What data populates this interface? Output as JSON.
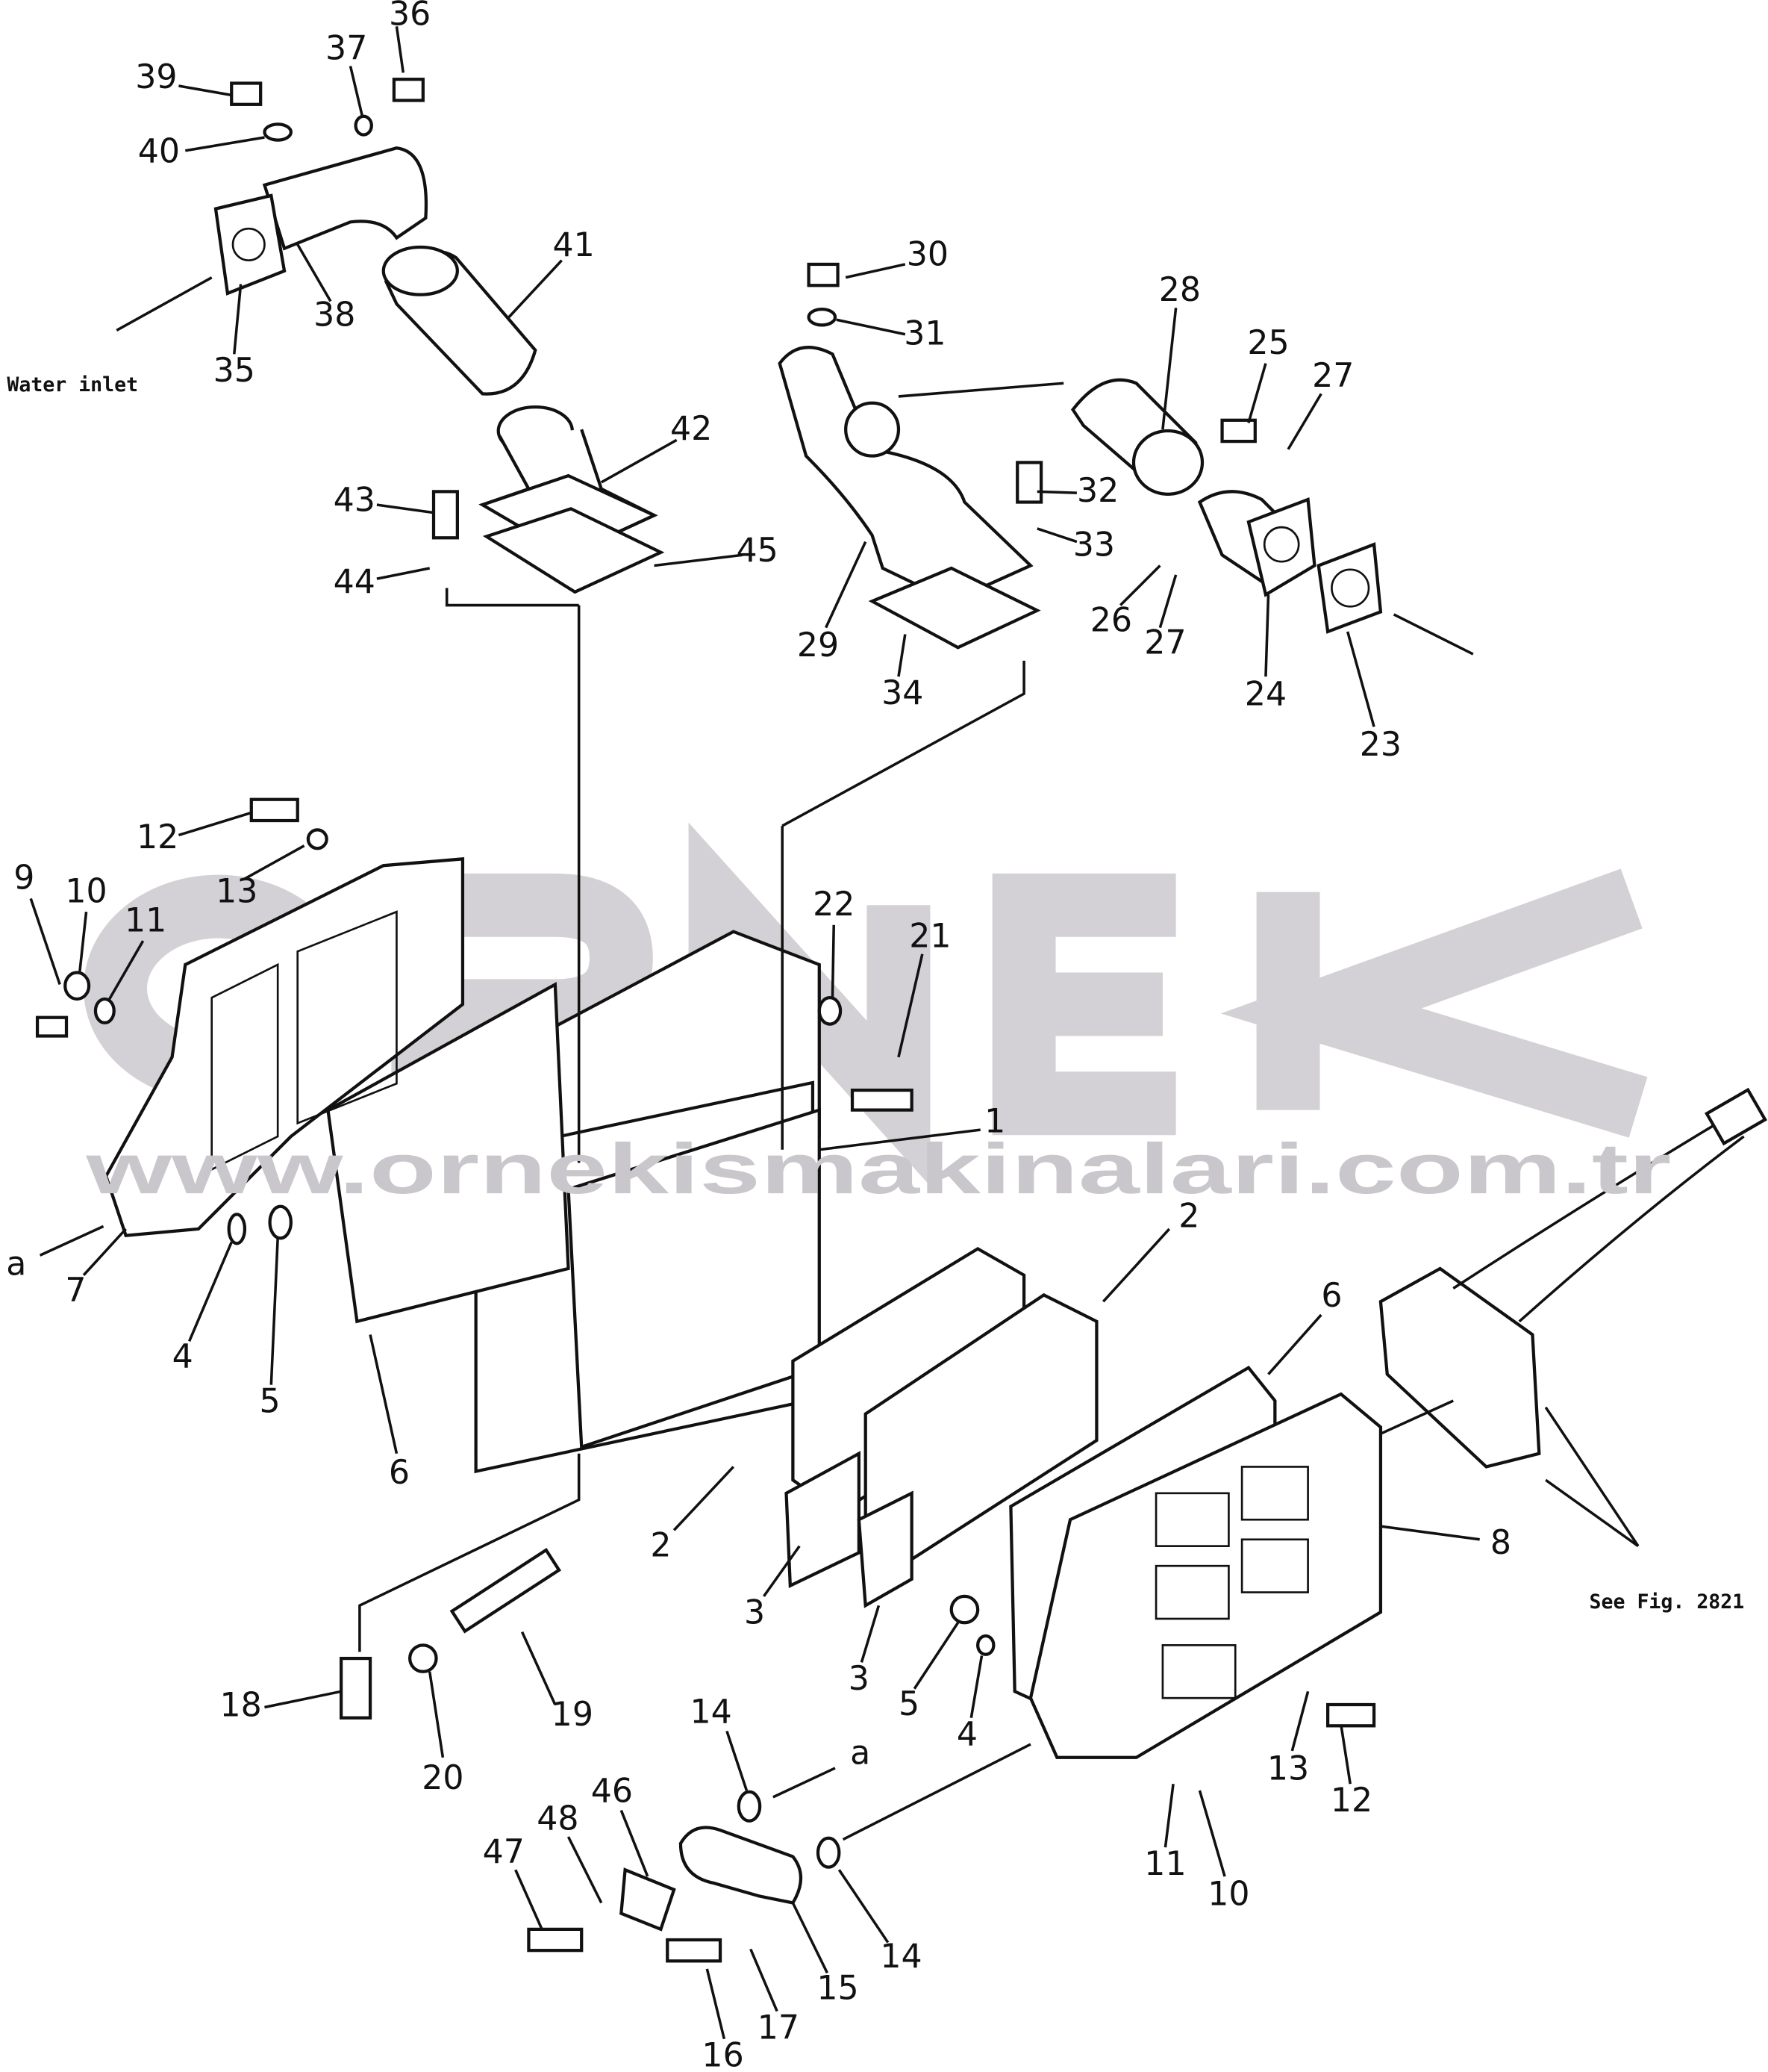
{
  "watermark": {
    "logo": "ORNEK",
    "url": "www.ornekismakinalari.com.tr"
  },
  "annotations": {
    "water_inlet": "Water  inlet",
    "see_fig": "See  Fig.  2821",
    "view_a": "a"
  },
  "labels": [
    "36",
    "37",
    "39",
    "40",
    "41",
    "38",
    "35",
    "30",
    "31",
    "28",
    "25",
    "27",
    "42",
    "43",
    "32",
    "44",
    "45",
    "33",
    "26",
    "27",
    "29",
    "34",
    "24",
    "23",
    "12",
    "13",
    "9",
    "10",
    "11",
    "22",
    "21",
    "1",
    "2",
    "6",
    "7",
    "4",
    "5",
    "6",
    "2",
    "8",
    "3",
    "3",
    "5",
    "4",
    "18",
    "19",
    "20",
    "14",
    "13",
    "12",
    "46",
    "48",
    "47",
    "11",
    "10",
    "14",
    "15",
    "17",
    "16"
  ]
}
